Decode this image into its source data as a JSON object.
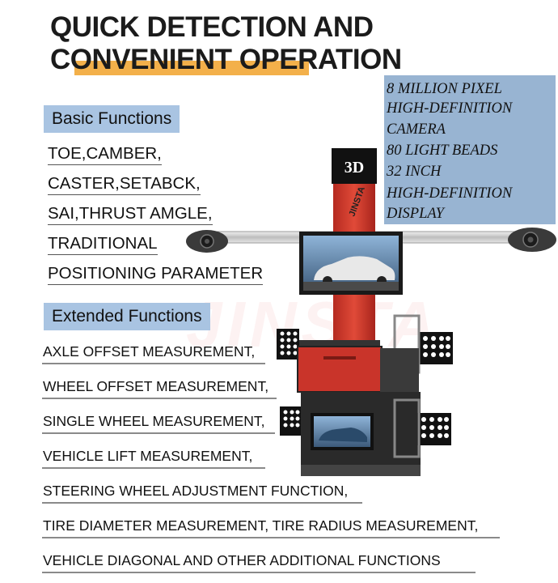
{
  "headline": {
    "line1": "QUICK DETECTION AND",
    "line2": "CONVENIENT OPERATION"
  },
  "basic_functions": {
    "heading": "Basic Functions",
    "items": [
      "TOE,CAMBER,",
      "CASTER,SETABCK,",
      "SAI,THRUST AMGLE,",
      "TRADITIONAL",
      "POSITIONING PARAMETER"
    ]
  },
  "extended_functions": {
    "heading": "Extended Functions",
    "items": [
      "AXLE OFFSET MEASUREMENT,",
      "WHEEL OFFSET MEASUREMENT,",
      "SINGLE WHEEL MEASUREMENT,",
      " VEHICLE LIFT MEASUREMENT,",
      "STEERING WHEEL ADJUSTMENT FUNCTION,",
      "TIRE DIAMETER MEASUREMENT, TIRE RADIUS MEASUREMENT,",
      "VEHICLE DIAGONAL AND OTHER ADDITIONAL FUNCTIONS"
    ]
  },
  "specs": [
    "8 MILLION PIXEL",
    "HIGH-DEFINITION",
    "CAMERA",
    "80 LIGHT BEADS",
    "32 INCH",
    "HIGH-DEFINITION",
    "DISPLAY"
  ],
  "machine": {
    "badge_3d": "3D",
    "column_logo": "JINSTA"
  },
  "colors": {
    "section_bg": "#a9c4e2",
    "underline_accent": "#f3b04a",
    "spec_box_bg": "#98b4d2",
    "machine_red": "#d33a2c"
  }
}
